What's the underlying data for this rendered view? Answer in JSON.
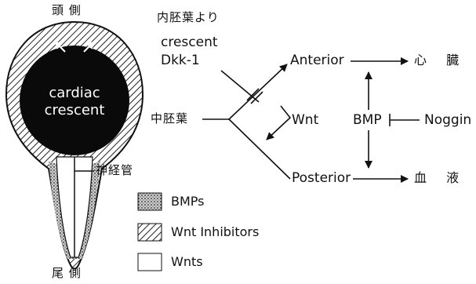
{
  "embryo": {
    "head_label": "頭 側",
    "tail_label": "尾 側",
    "region_label_line1": "cardiac",
    "region_label_line2": "crescent",
    "neural_tube_label": "神経管"
  },
  "pathway": {
    "endoderm_source": "内胚葉より",
    "crescent_line1": "crescent",
    "crescent_line2": "Dkk-1",
    "mesoderm": "中胚葉",
    "wnt": "Wnt",
    "anterior": "Anterior",
    "posterior": "Posterior",
    "bmp": "BMP",
    "noggin": "Noggin",
    "heart": "心 臓",
    "blood": "血 液"
  },
  "legend": {
    "items": [
      {
        "label": "BMPs",
        "pattern": "dots"
      },
      {
        "label": "Wnt Inhibitors",
        "pattern": "hatch"
      },
      {
        "label": "Wnts",
        "pattern": "blank"
      }
    ]
  }
}
